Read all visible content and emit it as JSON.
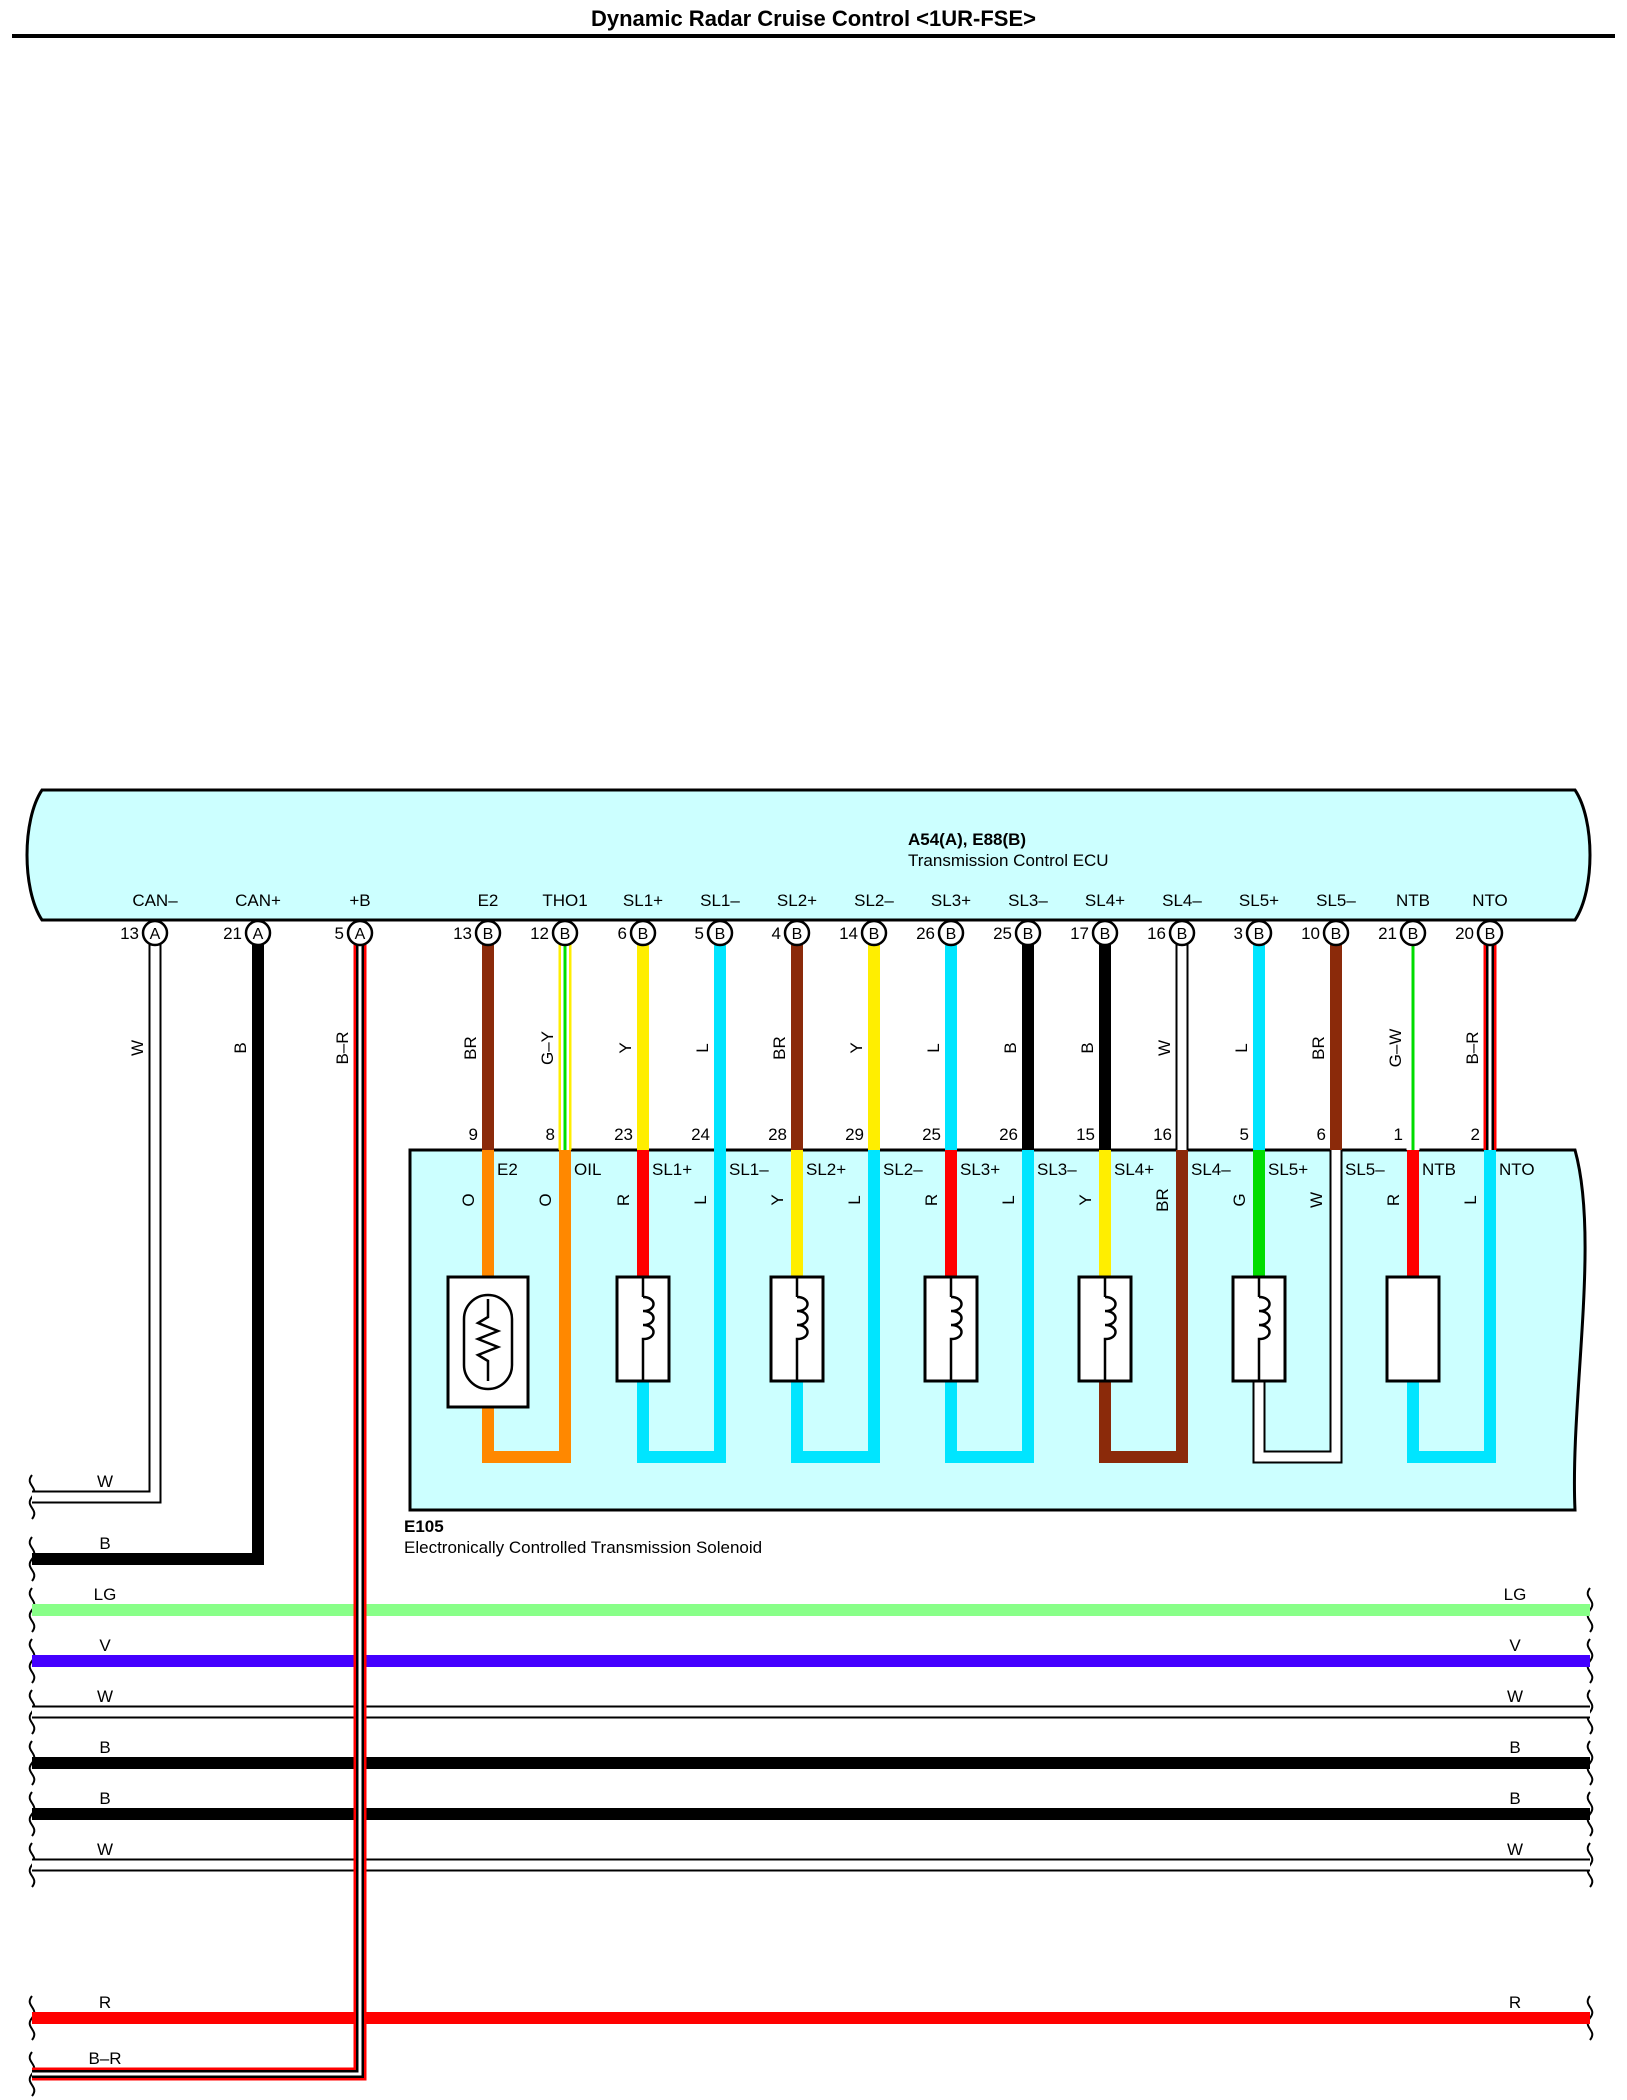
{
  "title": "Dynamic Radar Cruise Control <1UR-FSE>",
  "ecu": {
    "connector_id": "A54(A), E88(B)",
    "name": "Transmission Control ECU",
    "pins": [
      {
        "label": "CAN–",
        "num": "13",
        "conn": "A",
        "wire": "W"
      },
      {
        "label": "CAN+",
        "num": "21",
        "conn": "A",
        "wire": "B"
      },
      {
        "label": "+B",
        "num": "5",
        "conn": "A",
        "wire": "B–R"
      },
      {
        "label": "E2",
        "num": "13",
        "conn": "B",
        "wire": "BR"
      },
      {
        "label": "THO1",
        "num": "12",
        "conn": "B",
        "wire": "G–Y"
      },
      {
        "label": "SL1+",
        "num": "6",
        "conn": "B",
        "wire": "Y"
      },
      {
        "label": "SL1–",
        "num": "5",
        "conn": "B",
        "wire": "L"
      },
      {
        "label": "SL2+",
        "num": "4",
        "conn": "B",
        "wire": "BR"
      },
      {
        "label": "SL2–",
        "num": "14",
        "conn": "B",
        "wire": "Y"
      },
      {
        "label": "SL3+",
        "num": "26",
        "conn": "B",
        "wire": "L"
      },
      {
        "label": "SL3–",
        "num": "25",
        "conn": "B",
        "wire": "B"
      },
      {
        "label": "SL4+",
        "num": "17",
        "conn": "B",
        "wire": "B"
      },
      {
        "label": "SL4–",
        "num": "16",
        "conn": "B",
        "wire": "W"
      },
      {
        "label": "SL5+",
        "num": "3",
        "conn": "B",
        "wire": "L"
      },
      {
        "label": "SL5–",
        "num": "10",
        "conn": "B",
        "wire": "BR"
      },
      {
        "label": "NTB",
        "num": "21",
        "conn": "B",
        "wire": "G–W"
      },
      {
        "label": "NTO",
        "num": "20",
        "conn": "B",
        "wire": "B–R"
      }
    ]
  },
  "solenoid": {
    "connector_id": "E105",
    "name": "Electronically Controlled Transmission Solenoid",
    "pins": [
      {
        "num": "9",
        "label": "E2",
        "wire": "O"
      },
      {
        "num": "8",
        "label": "OIL",
        "wire": "O"
      },
      {
        "num": "23",
        "label": "SL1+",
        "wire": "R"
      },
      {
        "num": "24",
        "label": "SL1–",
        "wire": "L"
      },
      {
        "num": "28",
        "label": "SL2+",
        "wire": "Y"
      },
      {
        "num": "29",
        "label": "SL2–",
        "wire": "L"
      },
      {
        "num": "25",
        "label": "SL3+",
        "wire": "R"
      },
      {
        "num": "26",
        "label": "SL3–",
        "wire": "L"
      },
      {
        "num": "15",
        "label": "SL4+",
        "wire": "Y"
      },
      {
        "num": "16",
        "label": "SL4–",
        "wire": "BR"
      },
      {
        "num": "5",
        "label": "SL5+",
        "wire": "G"
      },
      {
        "num": "6",
        "label": "SL5–",
        "wire": "W"
      },
      {
        "num": "1",
        "label": "NTB",
        "wire": "R"
      },
      {
        "num": "2",
        "label": "NTO",
        "wire": "L"
      }
    ]
  },
  "bus_lines": [
    {
      "left": "W",
      "right": ""
    },
    {
      "left": "B",
      "right": ""
    },
    {
      "left": "LG",
      "right": "LG"
    },
    {
      "left": "V",
      "right": "V"
    },
    {
      "left": "W",
      "right": "W"
    },
    {
      "left": "B",
      "right": "B"
    },
    {
      "left": "B",
      "right": "B"
    },
    {
      "left": "W",
      "right": "W"
    },
    {
      "left": "R",
      "right": "R"
    },
    {
      "left": "B–R",
      "right": ""
    }
  ],
  "colors": {
    "panel_fill": "#ccffff",
    "W": "#ffffff",
    "B": "#000000",
    "BR": "#8b2a0a",
    "Y": "#ffee00",
    "L": "#00e5ff",
    "G": "#00dd00",
    "LG": "#88ff88",
    "V": "#4400ff",
    "R": "#ff0000",
    "O": "#ff8800"
  }
}
